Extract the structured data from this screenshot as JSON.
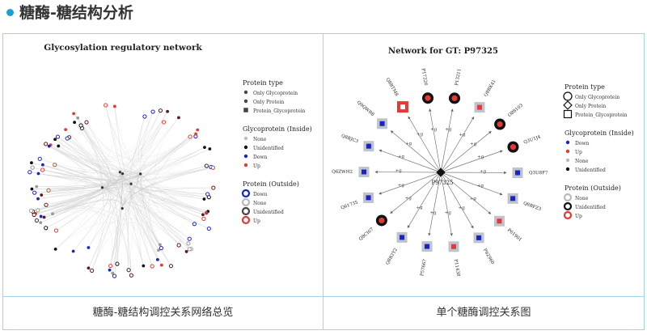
{
  "header": {
    "title": "糖酶-糖结构分析"
  },
  "left": {
    "chart_title": "Glycosylation regulatory network",
    "caption": "糖酶-糖结构调控关系网络总览",
    "legend": [
      {
        "heading": "Protein type",
        "items": [
          "Only Glycoprotein",
          "Only Protein",
          "Protein_Glycoprotein"
        ]
      },
      {
        "heading": "Glycoprotein (Inside)",
        "items": [
          "None",
          "Unidentified",
          "Down",
          "Up"
        ]
      },
      {
        "heading": "Protein (Outside)",
        "items": [
          "Down",
          "None",
          "Unidentified",
          "Up"
        ]
      }
    ]
  },
  "right": {
    "chart_title": "Network for GT: P97325",
    "caption": "单个糖酶调控关系图",
    "center_label": "P97325",
    "edge_label": "+g",
    "nodes": [
      "P13211",
      "Q8BK41",
      "O88103",
      "Q3U1J4",
      "Q3U8F7",
      "Q8BFZ3",
      "P61901",
      "P62960",
      "P11438",
      "P57667",
      "Q8R2Y2",
      "Q8CI67",
      "Q61735",
      "Q6ZWH2",
      "Q8BJC3",
      "Q9QWR8",
      "Q8BTM8",
      "P17226"
    ],
    "legend": [
      {
        "heading": "Protein type",
        "items": [
          "Only Glycoprotein",
          "Only Protein",
          "Protein_Glycoprotein"
        ]
      },
      {
        "heading": "Glycoprotein (Inside)",
        "items": [
          "Down",
          "Up",
          "None",
          "Unidentified"
        ]
      },
      {
        "heading": "Protein (Outside)",
        "items": [
          "None",
          "Unidentified",
          "Up"
        ]
      }
    ]
  },
  "colors": {
    "accent": "#1ea0d6",
    "up": "#e53935",
    "down": "#1a23c8",
    "dark": "#222222",
    "none": "#bbbbbb",
    "border": "#9fd4ea"
  }
}
